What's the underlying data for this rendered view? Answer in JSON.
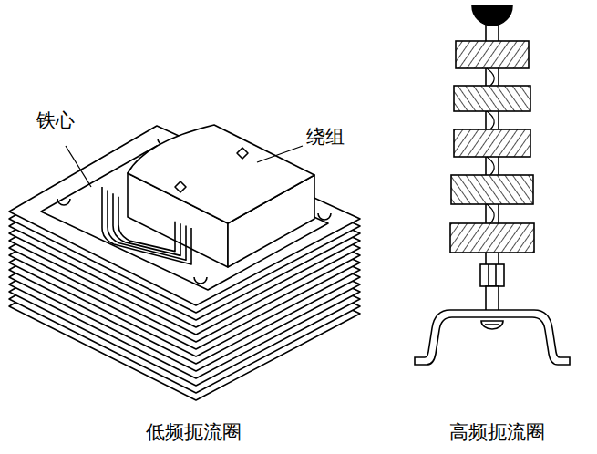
{
  "diagram": {
    "labels": [
      "铁心",
      "绕组",
      "低频扼流圈",
      "高频扼流圈"
    ]
  }
}
